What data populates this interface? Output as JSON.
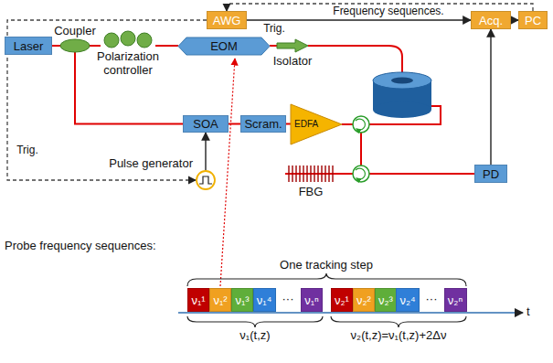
{
  "diagram": {
    "nodes": [
      {
        "text": [
          "Laser"
        ]
      },
      {
        "text": [
          "Coupler"
        ]
      },
      {
        "text": [
          "Polarization controller"
        ]
      },
      {
        "text": [
          "AWG"
        ]
      },
      {
        "text": [
          "EOM"
        ]
      },
      {
        "text": [
          "Isolator"
        ]
      },
      {
        "text": [
          "Acq."
        ]
      },
      {
        "text": [
          "PC"
        ]
      },
      {
        "text": [
          "SOA"
        ]
      },
      {
        "text": [
          "Scram."
        ]
      },
      {
        "text": [
          "EDFA"
        ]
      },
      {
        "text": [
          "FBG"
        ]
      },
      {
        "text": [
          "PD"
        ]
      },
      {
        "text": [
          "Pulse generator"
        ]
      },
      {
        "text": [
          "ν₁¹"
        ]
      },
      {
        "text": [
          "ν₁²"
        ]
      },
      {
        "text": [
          "ν₁³"
        ]
      },
      {
        "text": [
          "ν₁⁴"
        ]
      },
      {
        "text": [
          "ν₁ⁿ"
        ]
      },
      {
        "text": [
          "ν₂¹"
        ]
      },
      {
        "text": [
          "ν₂²"
        ]
      },
      {
        "text": [
          "ν₂³"
        ]
      },
      {
        "text": [
          "ν₂⁴"
        ]
      },
      {
        "text": [
          "ν₂ⁿ"
        ]
      }
    ],
    "edges": [
      {
        "from": 0,
        "to": 1,
        "arrow": "none"
      },
      {
        "from": 1,
        "to": 2,
        "arrow": "none"
      },
      {
        "from": 2,
        "to": 4,
        "arrow": "none"
      },
      {
        "from": 4,
        "to": 5,
        "arrow": "none"
      },
      {
        "from": 1,
        "to": 8,
        "arrow": "none"
      },
      {
        "from": 8,
        "to": 9,
        "arrow": "none"
      },
      {
        "from": 9,
        "to": 10,
        "arrow": "none"
      },
      {
        "from": 3,
        "to": 6,
        "arrow": "to",
        "label": "Trig."
      },
      {
        "from": 12,
        "to": 6,
        "arrow": "to"
      },
      {
        "from": 6,
        "to": 7,
        "arrow": "to"
      },
      {
        "from": 7,
        "to": 3,
        "arrow": "to",
        "label": "Frequency sequences."
      },
      {
        "from": 3,
        "to": 13,
        "arrow": "to",
        "label": "Trig."
      },
      {
        "from": 13,
        "to": 8,
        "arrow": "to"
      }
    ],
    "labels": [
      "Probe frequency sequences:",
      "One tracking step",
      "···",
      "···",
      "ν₁(t,z)",
      "ν₂(t,z)=ν₁(t,z)+2Δν",
      "t"
    ]
  }
}
